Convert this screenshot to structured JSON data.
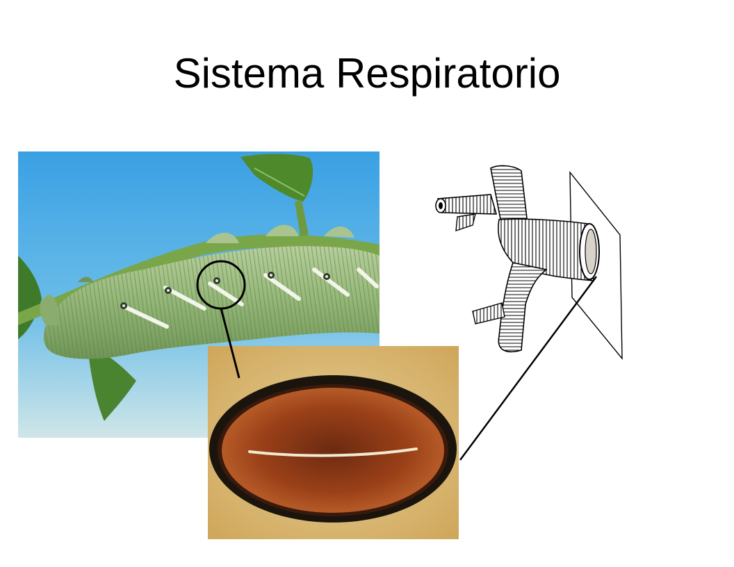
{
  "slide": {
    "title": "Sistema Respiratorio"
  },
  "figures": {
    "caterpillar_photo": {
      "icon": "caterpillar-on-stem-photo",
      "colors": {
        "sky": "#4aa9e6",
        "body": "#9dbf82",
        "stem": "#7aa34c",
        "stripe": "#f2f5ea"
      }
    },
    "spiracle_micrograph": {
      "icon": "spiracle-micrograph",
      "colors": {
        "background": "#e0c27c",
        "ring": "#1a140c",
        "interior": "#8f3a16",
        "slit": "#f2ead0"
      }
    },
    "tracheae_drawing": {
      "icon": "tracheal-tubes-line-drawing"
    }
  }
}
